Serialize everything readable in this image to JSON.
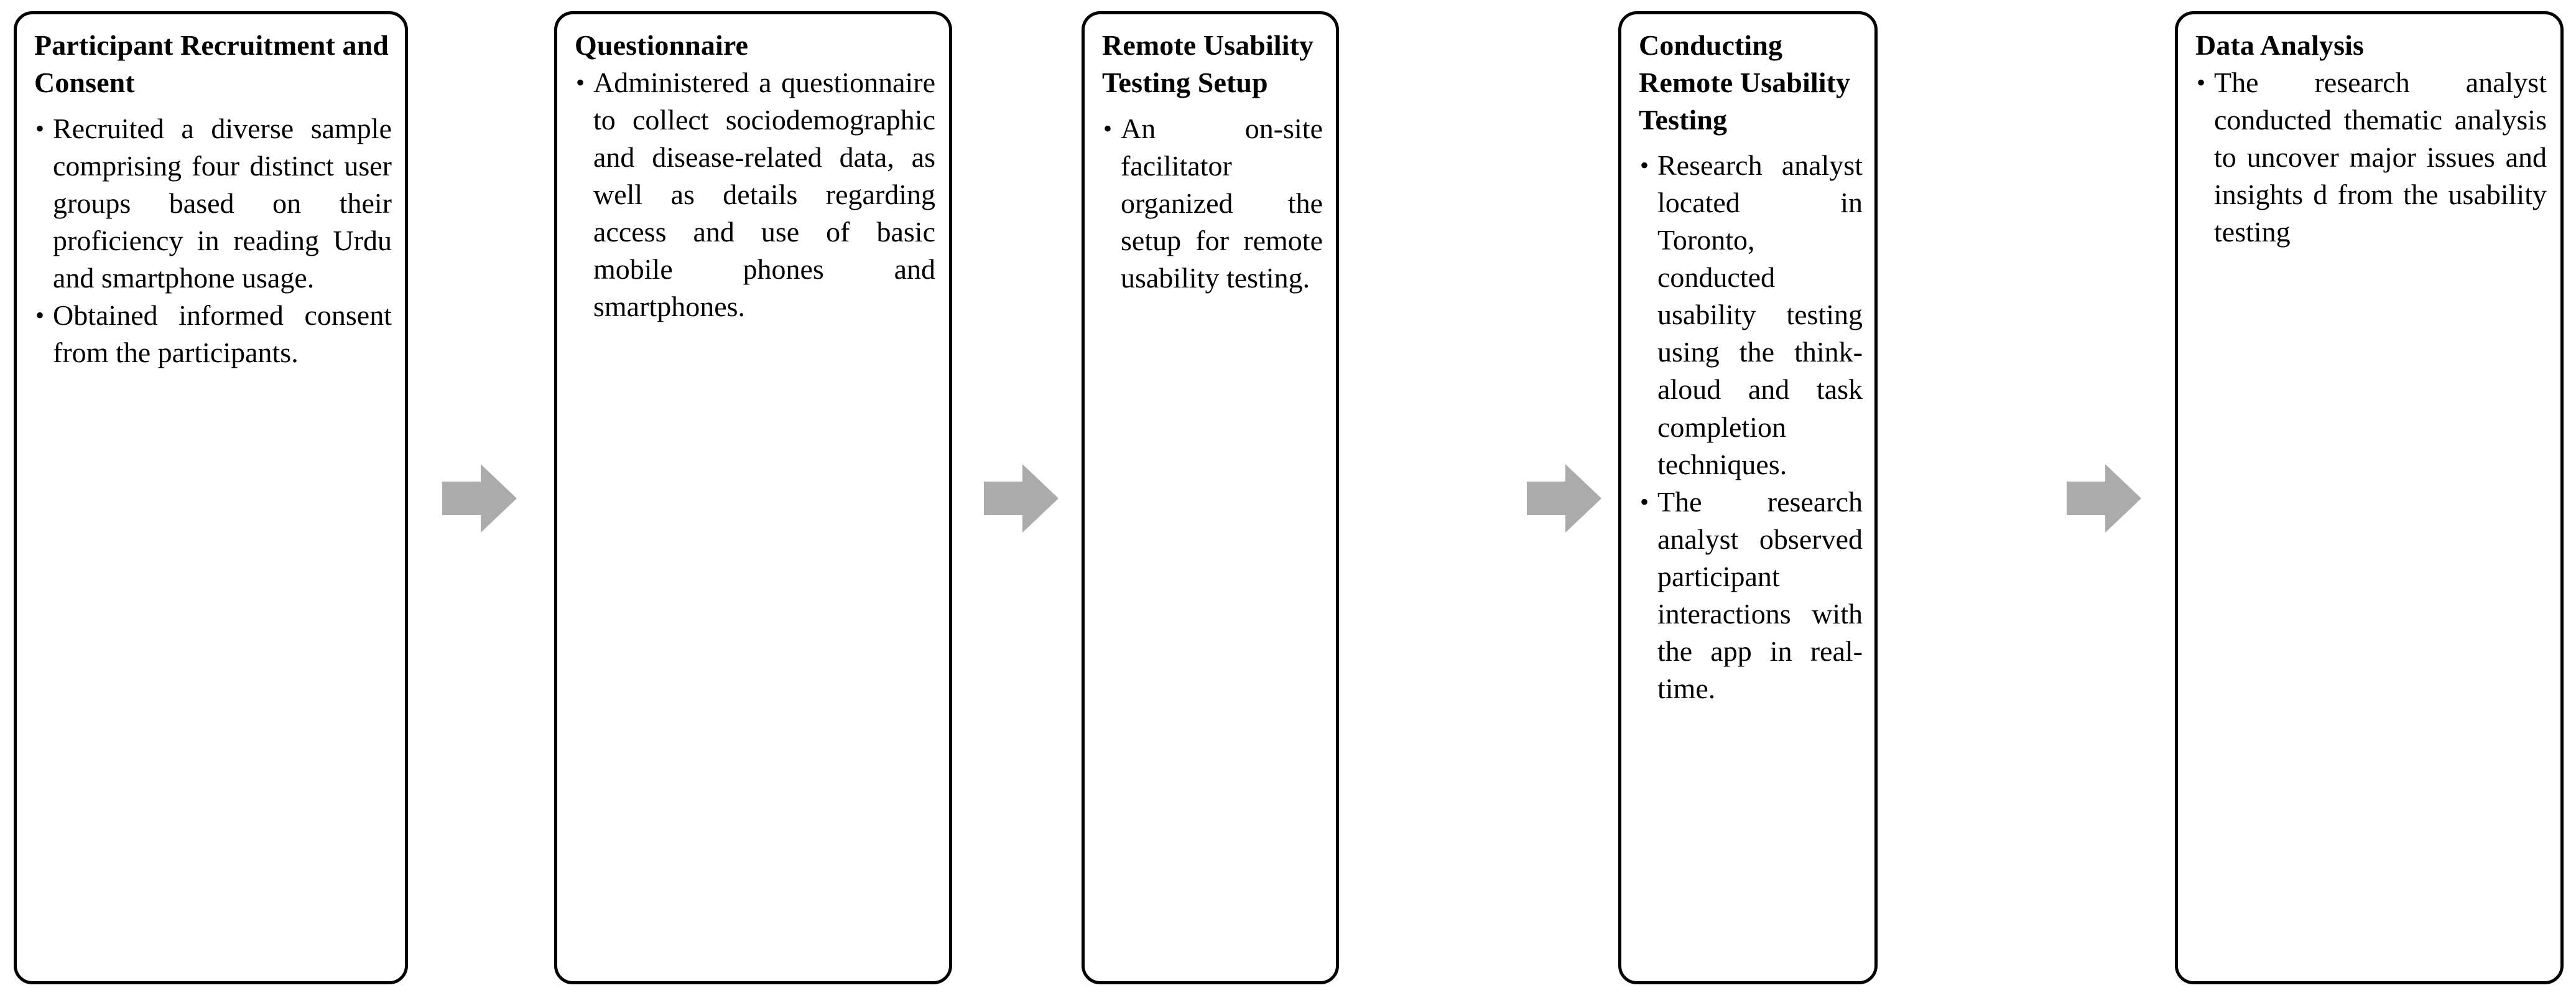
{
  "diagram": {
    "type": "process-flow",
    "orientation": "horizontal",
    "step_count": 5,
    "connector_count": 4,
    "colors": {
      "box_border": "#000000",
      "box_fill": "#FFFFFF",
      "text": "#000000",
      "arrow_fill": "#ABABAB",
      "page_background": "#FFFFFF"
    },
    "steps": [
      {
        "id": "participant-recruitment-and-consent",
        "title": "Participant Recruitment and Consent",
        "bullets": [
          "Recruited a diverse sample comprising four distinct user groups based on their proficiency in reading Urdu and smartphone usage.",
          "Obtained informed consent from the participants."
        ]
      },
      {
        "id": "questionnaire",
        "title": "Questionnaire",
        "bullets": [
          "Administered a questionnaire to collect sociodemographic and disease-related data, as well as details regarding access and use of basic mobile phones and smartphones."
        ]
      },
      {
        "id": "remote-usability-testing-setup",
        "title": "Remote Usability Testing Setup",
        "bullets": [
          "An on-site facilitator organized the setup for remote usability testing."
        ]
      },
      {
        "id": "conducting-remote-usability-testing",
        "title": "Conducting Remote Usability Testing",
        "bullets": [
          "Research analyst located in Toronto, conducted usability testing using the think-aloud and task completion techniques.",
          "The research analyst observed participant interactions with the app in real-time."
        ]
      },
      {
        "id": "data-analysis",
        "title": "Data Analysis",
        "bullets": [
          "The research analyst conducted thematic analysis to uncover major issues and insights d from the usability testing"
        ]
      }
    ],
    "connectors": [
      {
        "id": "arrow-1",
        "from": "participant-recruitment-and-consent",
        "to": "questionnaire",
        "shape": "right-block-arrow"
      },
      {
        "id": "arrow-2",
        "from": "questionnaire",
        "to": "remote-usability-testing-setup",
        "shape": "right-block-arrow"
      },
      {
        "id": "arrow-3",
        "from": "remote-usability-testing-setup",
        "to": "conducting-remote-usability-testing",
        "shape": "right-block-arrow"
      },
      {
        "id": "arrow-4",
        "from": "conducting-remote-usability-testing",
        "to": "data-analysis",
        "shape": "right-block-arrow"
      }
    ]
  }
}
